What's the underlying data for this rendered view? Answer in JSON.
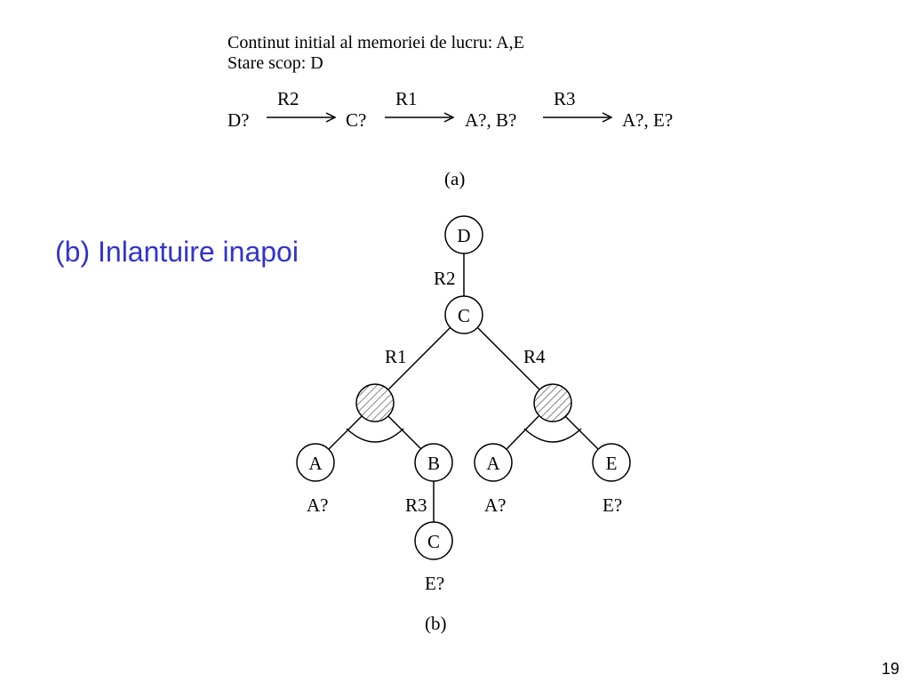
{
  "part_a": {
    "info_lines": [
      "Continut initial al memoriei de lucru: A,E",
      "Stare scop: D"
    ],
    "chain": {
      "states": [
        "D?",
        "C?",
        "A?, B?",
        "A?, E?"
      ],
      "rules": [
        "R2",
        "R1",
        "R3"
      ]
    },
    "caption": "(a)"
  },
  "part_b": {
    "heading": "(b) Inlantuire inapoi",
    "caption": "(b)",
    "colors": {
      "heading": "#3333cc",
      "hatch": "#555555"
    },
    "nodes": {
      "root": "D",
      "mid": "C",
      "leaf_a_left": "A",
      "leaf_b": "B",
      "leaf_a_right": "A",
      "leaf_e": "E",
      "leaf_c_bottom": "C"
    },
    "edge_labels": {
      "root_to_mid": "R2",
      "mid_to_left_and": "R1",
      "mid_to_right_and": "R4",
      "b_to_c": "R3"
    },
    "goal_labels": {
      "left_a": "A?",
      "b": "R3",
      "right_a": "A?",
      "e": "E?",
      "bottom_c": "E?"
    }
  },
  "footer": {
    "page_number": "19"
  }
}
